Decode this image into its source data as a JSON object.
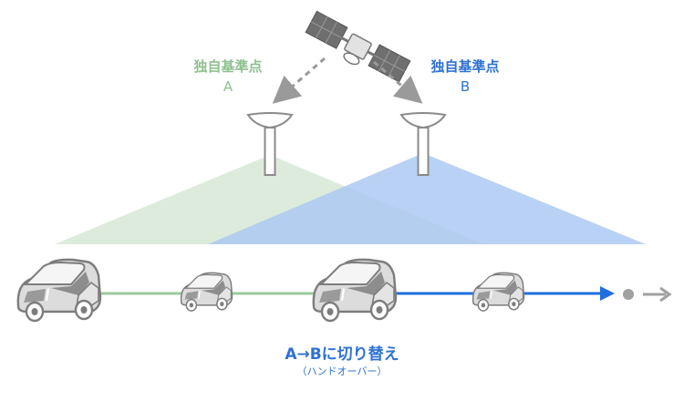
{
  "stations": {
    "a": {
      "title": "独自基準点",
      "letter": "A",
      "color": "#8fc08f"
    },
    "b": {
      "title": "独自基準点",
      "letter": "B",
      "color": "#2e72d2"
    }
  },
  "caption": {
    "main": "A→Bに切り替え",
    "sub": "（ハンドオーバー）"
  },
  "colors": {
    "coverage_a": "#dbeadb",
    "coverage_b": "#a9c7f2",
    "route_a": "#9dc99d",
    "route_b": "#1f6fdd",
    "signal_arrow": "#9a9a9a",
    "car_body": "#ececec",
    "car_outline": "#7d7d7d"
  }
}
